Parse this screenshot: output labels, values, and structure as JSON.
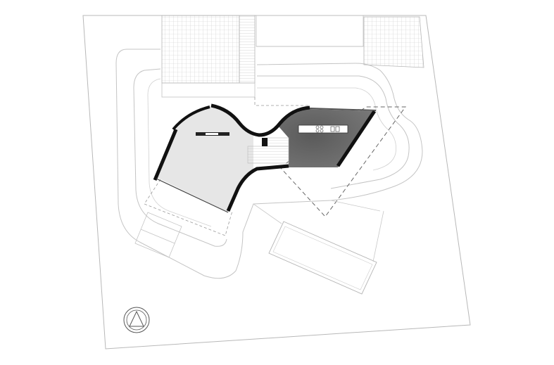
{
  "drawing": {
    "type": "architectural-site-plan",
    "colors": {
      "background": "#ffffff",
      "outline": "#b5b5b5",
      "wall": "#111111",
      "floor_light": "#e6e6e6",
      "floor_dark": "#6e6e6e",
      "grid": "#bdbdbd"
    },
    "elements": {
      "site_boundary": "site-boundary",
      "grid_patches": 3,
      "landscape_paths": 2,
      "building": "curved-building-footprint",
      "parking": 2,
      "dashed_triangle_outline": 1,
      "north_arrow": "north-arrow-icon"
    }
  }
}
